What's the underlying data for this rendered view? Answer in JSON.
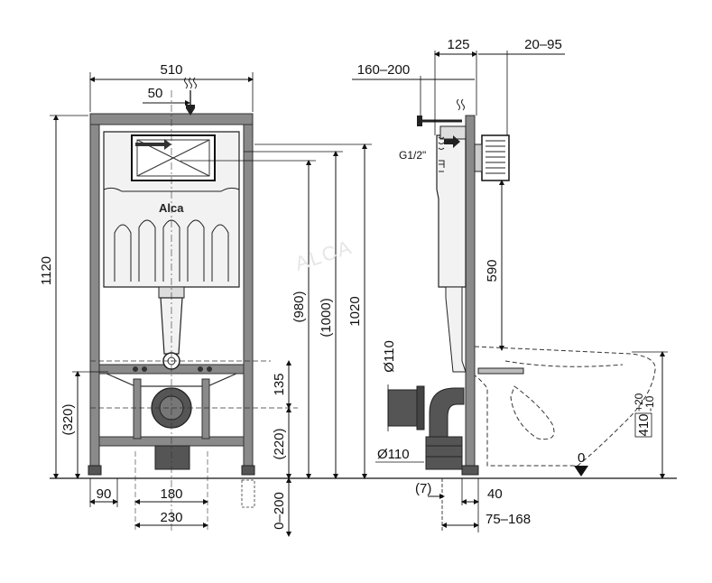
{
  "logo": {
    "text": "Alca"
  },
  "front_view": {
    "width": "510",
    "inlet_offset": "50",
    "height_total": "1120",
    "height_320": "(320)",
    "frame_980": "(980)",
    "frame_1000": "(1000)",
    "frame_1020": "1020",
    "dim_135": "135",
    "dim_220": "(220)",
    "foot_90": "90",
    "span_180": "180",
    "span_230": "230",
    "leg_adjust": "0–200"
  },
  "side_view": {
    "depth_125": "125",
    "range_20_95": "20–95",
    "range_160_200": "160–200",
    "thread": "G1/2\"",
    "height_590": "590",
    "pipe_110_top": "Ø110",
    "pipe_110_bottom": "Ø110",
    "dim_7": "(7)",
    "dim_40": "40",
    "range_75_168": "75–168",
    "bowl_height": "410",
    "bowl_tol_plus": "+20",
    "bowl_tol_minus": "-10",
    "floor_zero": "0"
  },
  "colors": {
    "frame": "#777777",
    "frame_dark": "#333333",
    "line": "#111111",
    "cistern": "#f2f2f2",
    "pipe": "#555555"
  }
}
